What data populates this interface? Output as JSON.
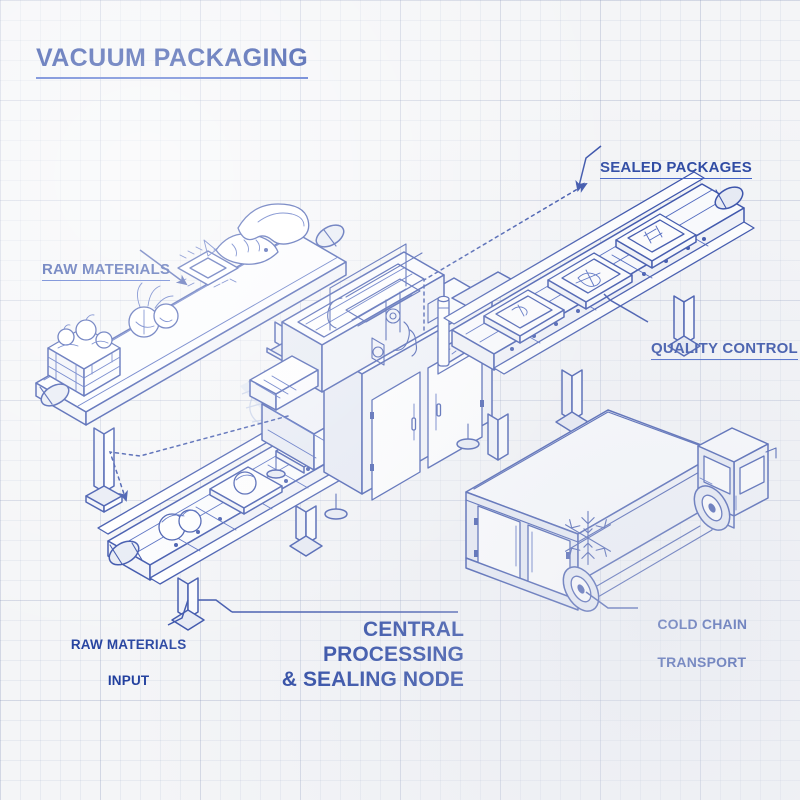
{
  "title": "VACUUM PACKAGING",
  "palette": {
    "ink": "#2c46a4",
    "title": "#1b3a9c",
    "label": "#213f9e",
    "paper": "#f4f5f7",
    "grid": "#7887af"
  },
  "labels": {
    "sealed_packages": "SEALED PACKAGES",
    "raw_materials": "RAW MATERIALS",
    "quality_control": "QUALITY CONTROL",
    "raw_materials_input_line1": "RAW MATERIALS",
    "raw_materials_input_line2": "INPUT",
    "cold_chain_line1": "COLD CHAIN",
    "cold_chain_line2": "TRANSPORT",
    "central_line1": "CENTRAL PROCESSING",
    "central_line2": "& SEALING NODE"
  },
  "diagram": {
    "style": "isometric blueprint line-art",
    "nodes": [
      {
        "name": "infeed-conveyor-upper",
        "label": "RAW MATERIALS",
        "items": [
          "produce-crate",
          "vegetables",
          "microchip",
          "fish",
          "meat-cut"
        ]
      },
      {
        "name": "infeed-conveyor-lower",
        "label": "RAW MATERIALS INPUT",
        "items": [
          "produce",
          "tray"
        ]
      },
      {
        "name": "central-machine",
        "label": "CENTRAL PROCESSING & SEALING NODE",
        "parts": [
          "control-panel",
          "cabinet-doors",
          "sealing-chamber",
          "vent-post"
        ]
      },
      {
        "name": "outfeed-conveyor",
        "label": "SEALED PACKAGES / QUALITY CONTROL",
        "items": [
          "sealed-tray-1",
          "sealed-tray-2",
          "sealed-tray-3"
        ]
      },
      {
        "name": "cold-chain-truck",
        "label": "COLD CHAIN TRANSPORT",
        "marking": "snowflake"
      }
    ],
    "flows": [
      {
        "from": "central-machine",
        "to": "sealed-packages-label",
        "style": "dotted"
      },
      {
        "from": "central-machine",
        "to": "infeed-conveyor-lower",
        "style": "dotted"
      }
    ]
  }
}
